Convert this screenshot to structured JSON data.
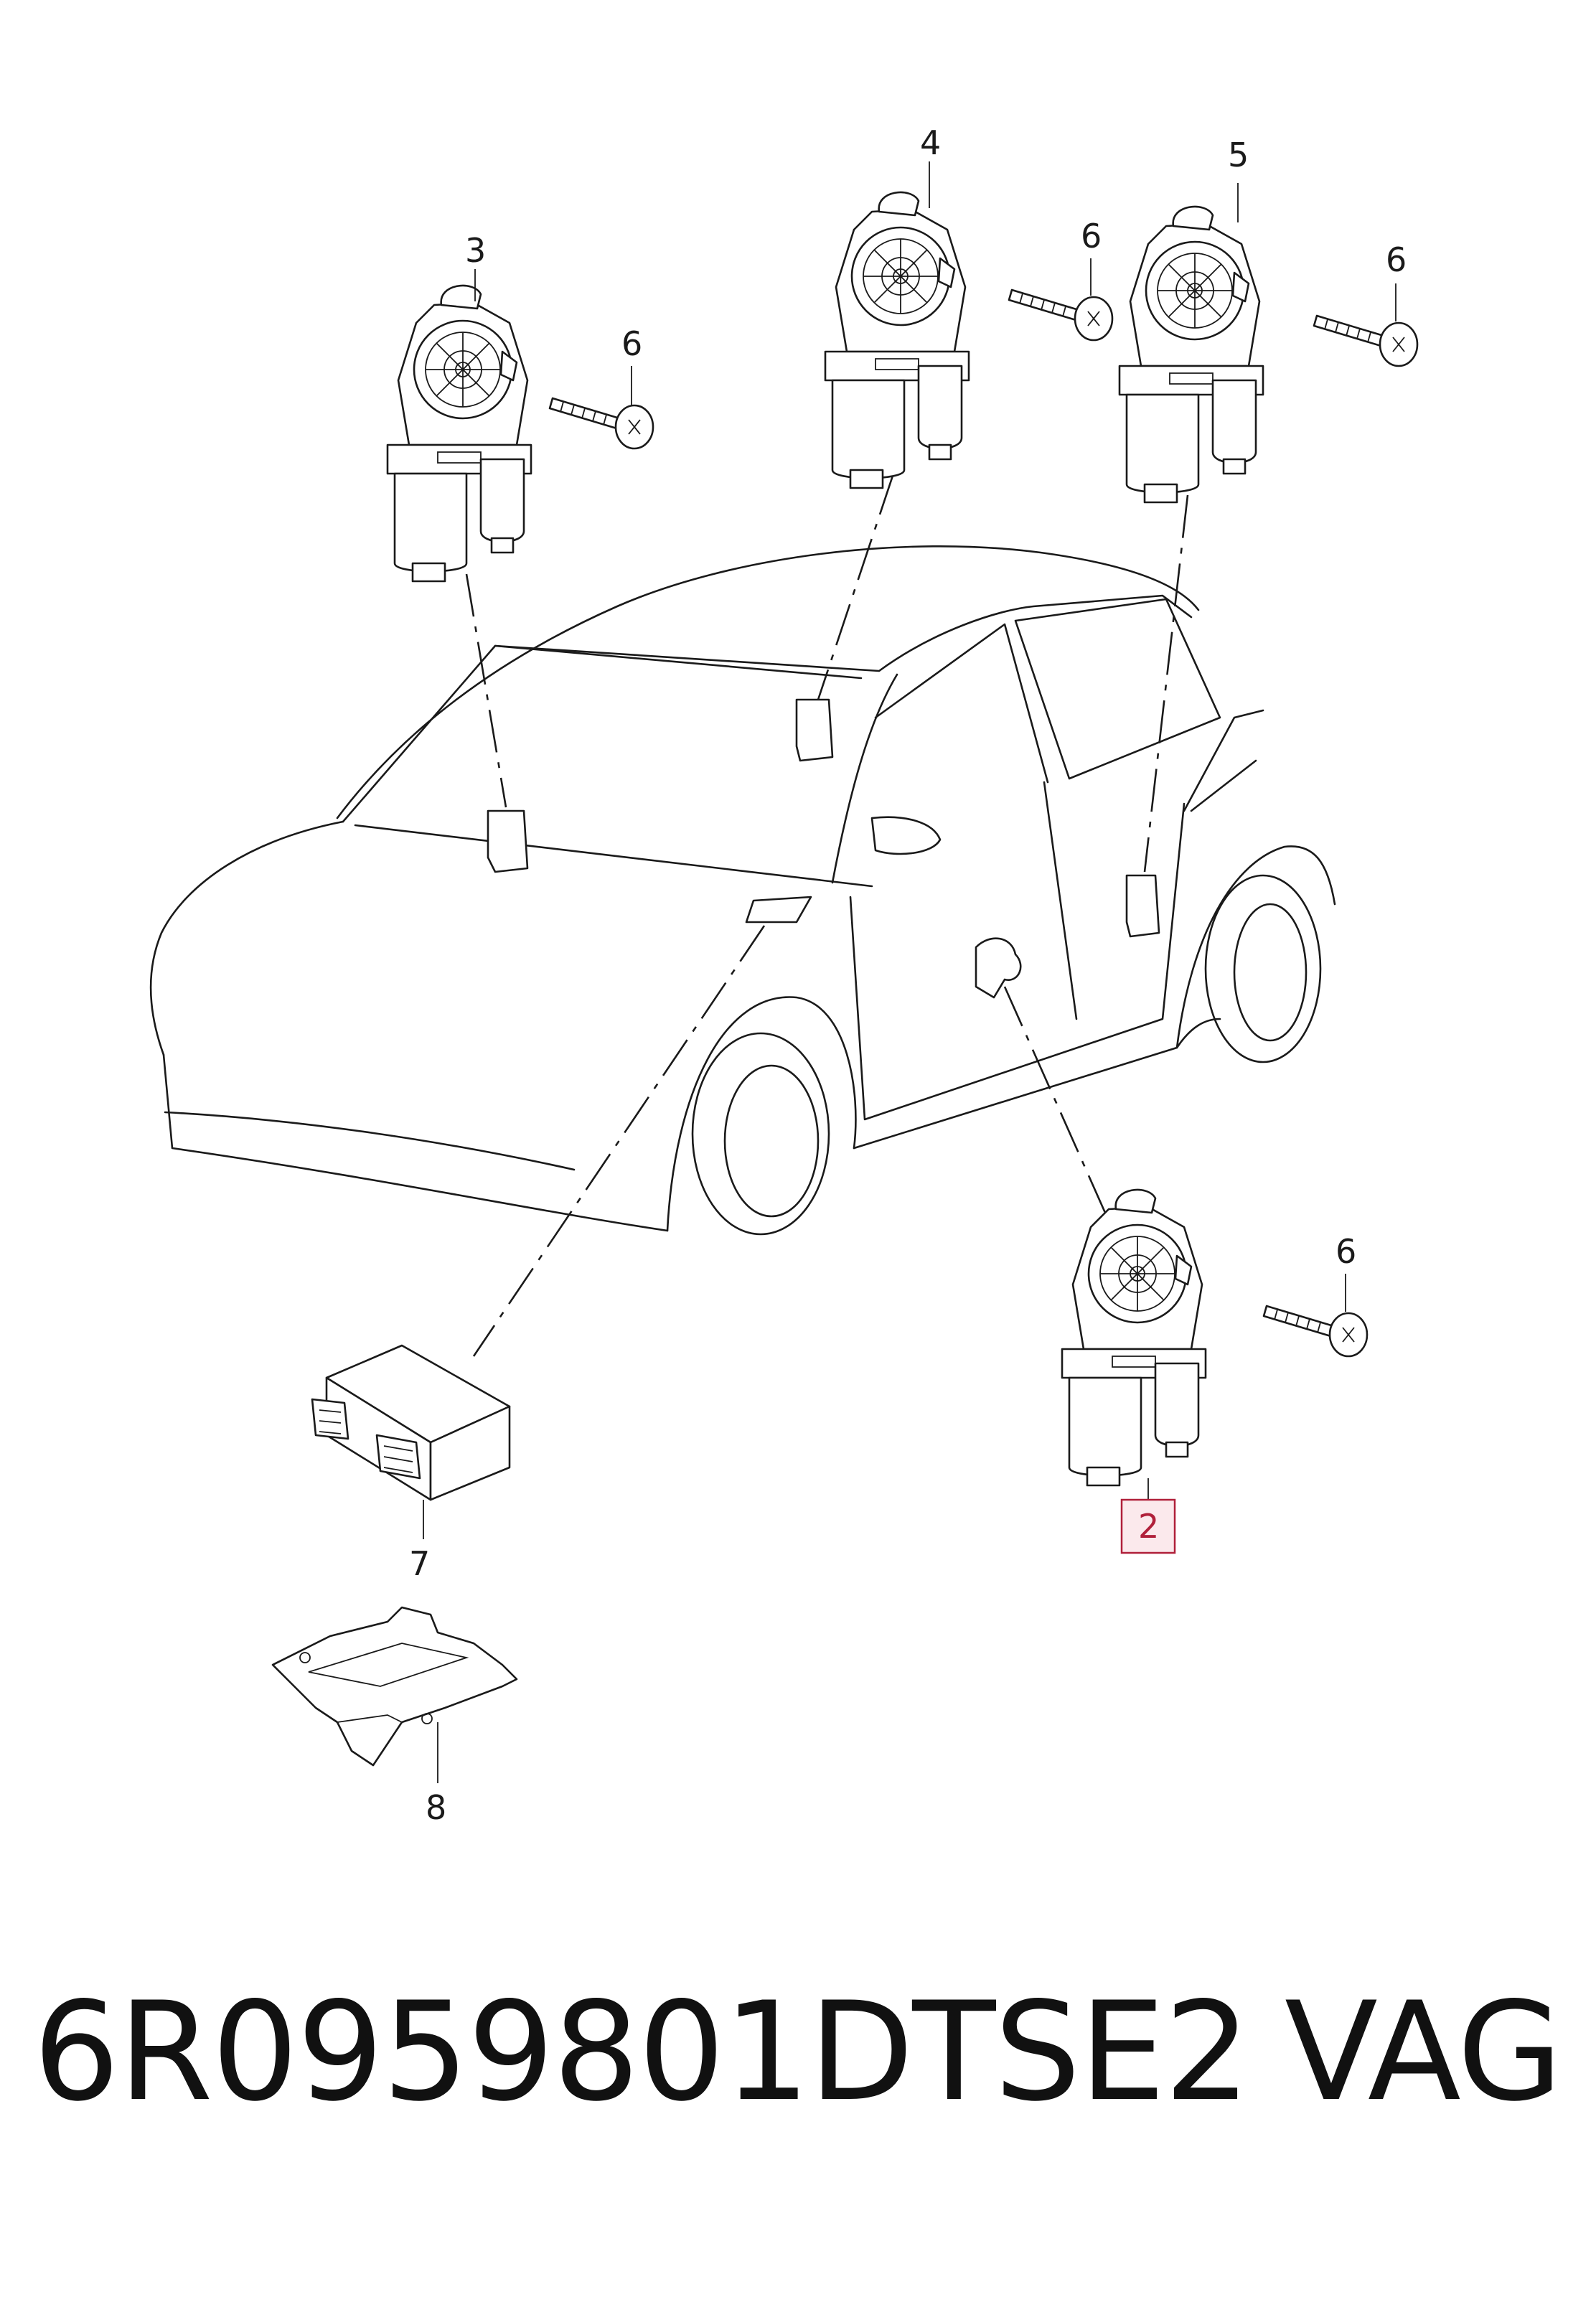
{
  "callouts": {
    "c2": "2",
    "c3": "3",
    "c4": "4",
    "c5": "5",
    "c6a": "6",
    "c6b": "6",
    "c6c": "6",
    "c6d": "6",
    "c7": "7",
    "c8": "8"
  },
  "highlight_color": "#b0203a",
  "footer": {
    "part_number": "6R0959801DTSE2",
    "brand": "VAG"
  }
}
